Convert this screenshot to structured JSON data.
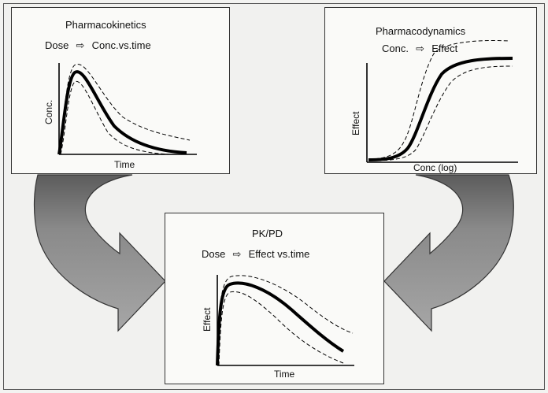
{
  "pk_panel": {
    "title": "Pharmacokinetics",
    "formula_left": "Dose",
    "formula_right": "Conc.vs.time",
    "y_label": "Conc.",
    "x_label": "Time"
  },
  "pd_panel": {
    "title": "Pharmacodynamics",
    "formula_left": "Conc.",
    "formula_right": "Effect",
    "y_label": "Effect",
    "x_label": "Conc (log)"
  },
  "pkpd_panel": {
    "title": "PK/PD",
    "formula_left": "Dose",
    "formula_right": "Effect vs.time",
    "y_label": "Effect",
    "x_label": "Time"
  },
  "icons": {
    "formula_arrow": "right-hollow-arrow-icon",
    "flow_arrow_left": "curved-arrow-left-icon",
    "flow_arrow_right": "curved-arrow-right-icon"
  },
  "colors": {
    "arrow_fill": "#8e8e8e",
    "arrow_shade": "#5e5e5e",
    "curve": "#000000"
  }
}
